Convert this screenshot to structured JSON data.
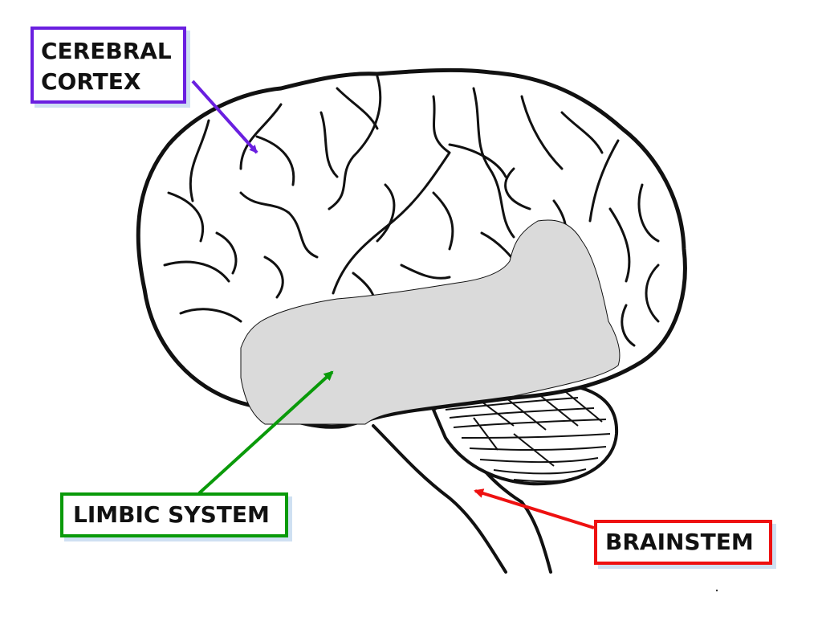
{
  "diagram": {
    "labels": {
      "cerebral_cortex": {
        "line1": "CEREBRAL",
        "line2": "CORTEX",
        "color": "#6a1fe0"
      },
      "limbic_system": {
        "text": "LIMBIC SYSTEM",
        "color": "#0a9a0a"
      },
      "brainstem": {
        "text": "BRAINSTEM",
        "color": "#ee1111"
      }
    },
    "colors": {
      "outline": "#111111",
      "limbic_fill": "#dadada",
      "shadow": "#cfe0f2"
    }
  }
}
